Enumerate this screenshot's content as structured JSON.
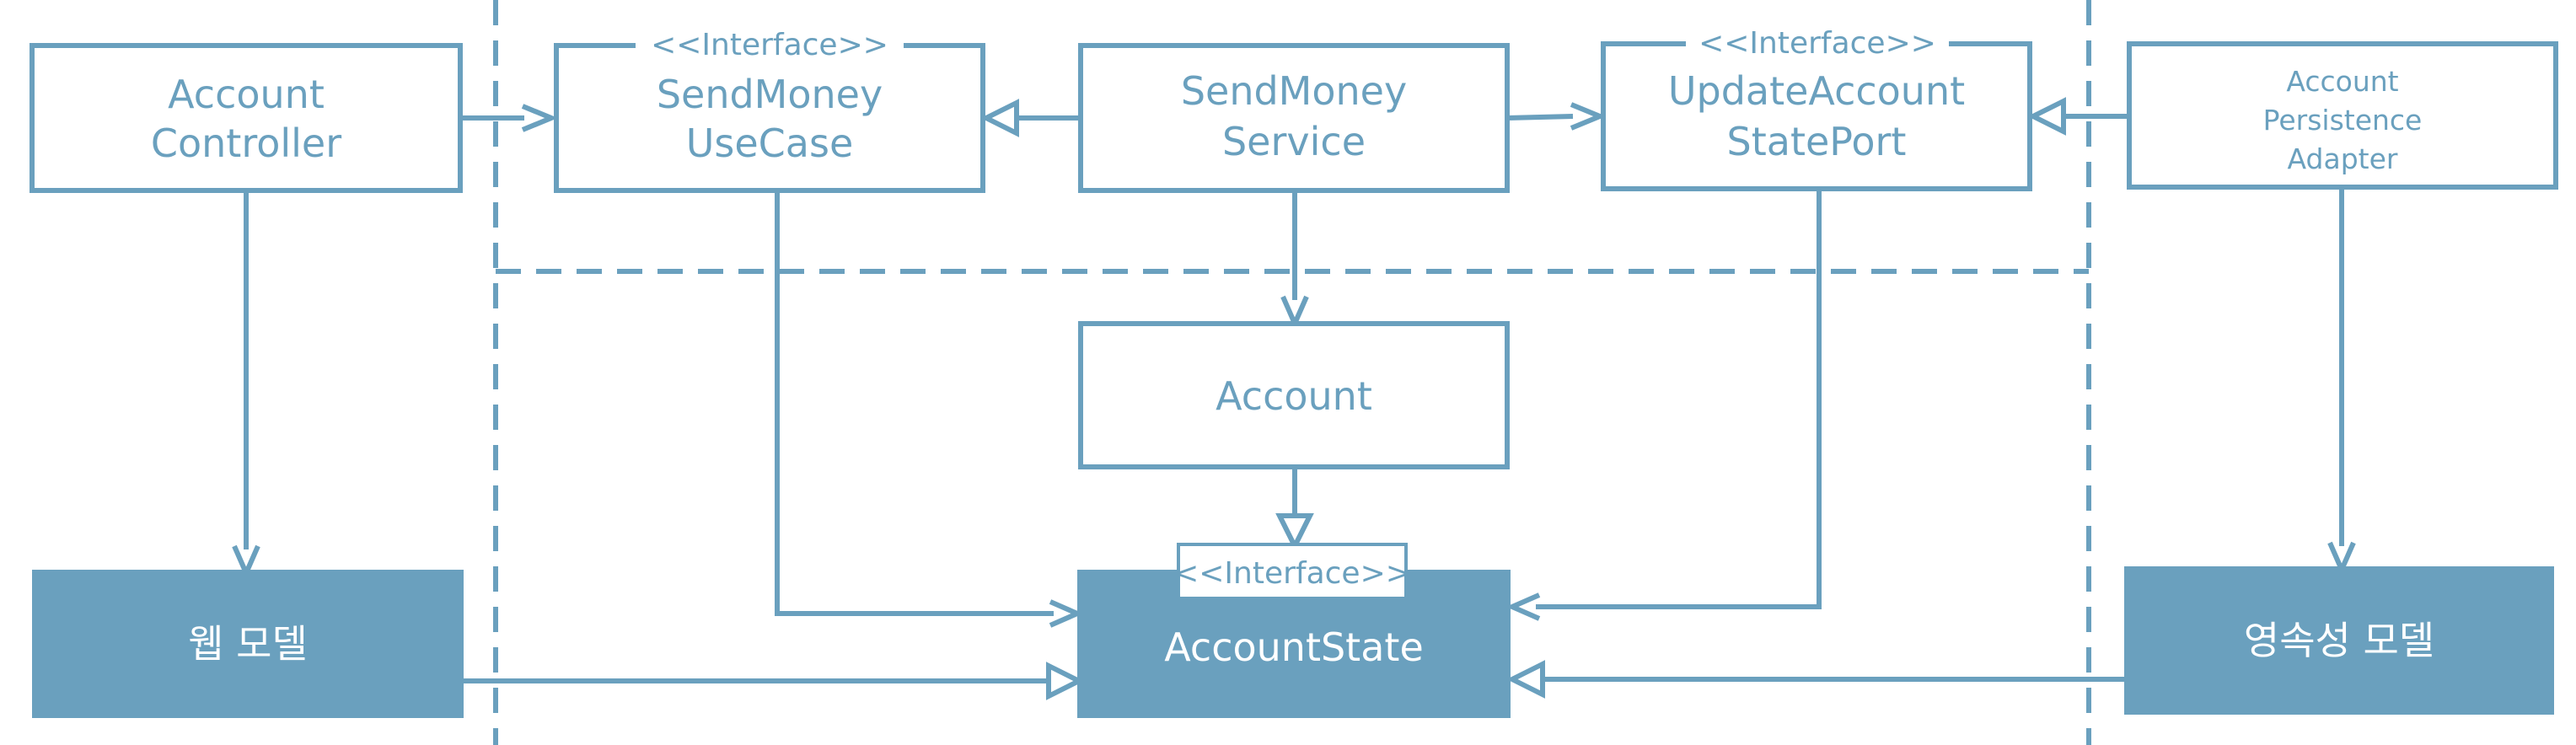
{
  "stereotype": "<<Interface>>",
  "nodes": {
    "account_controller": {
      "lines": [
        "Account",
        "Controller"
      ]
    },
    "send_money_use_case": {
      "lines": [
        "SendMoney",
        "UseCase"
      ]
    },
    "send_money_service": {
      "lines": [
        "SendMoney",
        "Service"
      ]
    },
    "update_account_state_port": {
      "lines": [
        "UpdateAccount",
        "StatePort"
      ]
    },
    "account_persistence_adapter": {
      "lines": [
        "Account",
        "Persistence",
        "Adapter"
      ]
    },
    "account": {
      "label": "Account"
    },
    "account_state": {
      "label": "AccountState"
    },
    "web_model": {
      "label": "웹 모델"
    },
    "persistence_model": {
      "label": "영속성 모델"
    }
  },
  "colors": {
    "primary": "#6aa0be",
    "background": "#ffffff"
  }
}
